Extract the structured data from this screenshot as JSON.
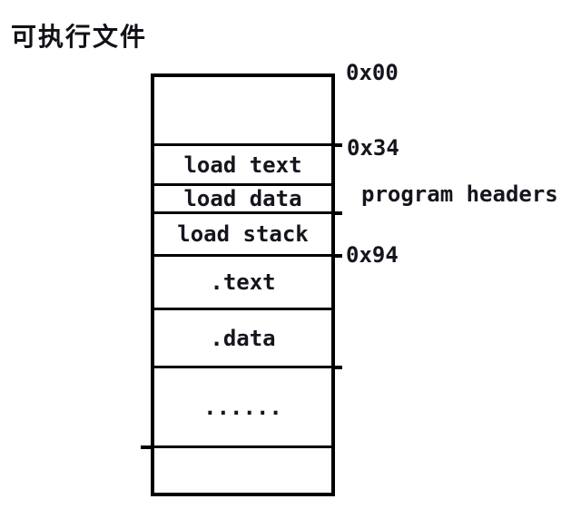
{
  "title": "可执行文件",
  "box": {
    "rows": [
      {
        "name": "elf-header",
        "label": ""
      },
      {
        "name": "load-text",
        "label": "load text"
      },
      {
        "name": "load-data",
        "label": "load data"
      },
      {
        "name": "load-stack",
        "label": "load stack"
      },
      {
        "name": "text-section",
        "label": ".text"
      },
      {
        "name": "data-section",
        "label": ".data"
      },
      {
        "name": "ellipsis",
        "label": "......"
      },
      {
        "name": "tail",
        "label": ""
      }
    ]
  },
  "annotations": {
    "offset_0": "0x00",
    "offset_34": "0x34",
    "offset_94": "0x94",
    "program_headers": "program headers"
  },
  "colors": {
    "line": "#000000",
    "text": "#15151e",
    "background": "#ffffff"
  }
}
